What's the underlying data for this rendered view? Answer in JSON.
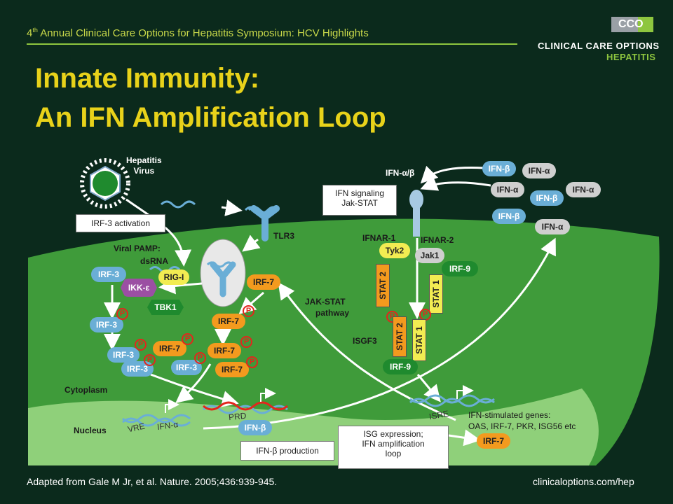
{
  "header": {
    "prefix": "4",
    "sup": "th",
    "suffix": " Annual Clinical Care Options for Hepatitis Symposium: HCV Highlights"
  },
  "logo": {
    "letters": "CCO",
    "brand": "CLINICAL CARE OPTIONS",
    "division": "HEPATITIS"
  },
  "title": {
    "line1": "Innate Immunity:",
    "line2": "An IFN Amplification Loop"
  },
  "labels": {
    "virus_line1": "Hepatitis",
    "virus_line2": "Virus",
    "tlr3": "TLR3",
    "pamp_line1": "Viral PAMP:",
    "pamp_line2": "dsRNA",
    "cytoplasm": "Cytoplasm",
    "nucleus": "Nucleus",
    "ifn_ab": "IFN-α/β",
    "ifnar1": "IFNAR-1",
    "ifnar2": "IFNAR-2",
    "jakstat_line1": "JAK-STAT",
    "jakstat_line2": "pathway",
    "isgf3": "ISGF3",
    "isg_genes_line1": "IFN-stimulated genes:",
    "isg_genes_line2": "OAS, IRF-7, PKR, ISG56 etc",
    "vre": "VRE",
    "ifna_gene": "IFN-α",
    "prd": "PRD",
    "isre": "ISRE"
  },
  "boxes": {
    "irf3_activation": "IRF-3 activation",
    "ifn_signaling_line1": "IFN signaling",
    "ifn_signaling_line2": "Jak-STAT",
    "ifnb_production": "IFN-β production",
    "isg_line1": "ISG expression;",
    "isg_line2": "IFN amplification",
    "isg_line3": "loop"
  },
  "nodes": {
    "irf3": "IRF-3",
    "irf7": "IRF-7",
    "irf9": "IRF-9",
    "rigi": "RIG-I",
    "ikke": "IKK-ε",
    "tbk1": "TBK1",
    "p": "P",
    "ifnb": "IFN-β",
    "ifna": "IFN-α",
    "tyk2": "Tyk2",
    "jak1": "Jak1",
    "stat1": "STAT 1",
    "stat2": "STAT 2"
  },
  "footer": {
    "citation": "Adapted from Gale M Jr, et al. Nature. 2005;436:939-945.",
    "url": "clinicaloptions.com/hep"
  },
  "colors": {
    "background": "#0b2a1c",
    "cytoplasm": "#3f9b3a",
    "nucleus": "#8fd07a",
    "title": "#e8d21a",
    "accent": "#8ec63f",
    "phospho": "#e3261c"
  }
}
